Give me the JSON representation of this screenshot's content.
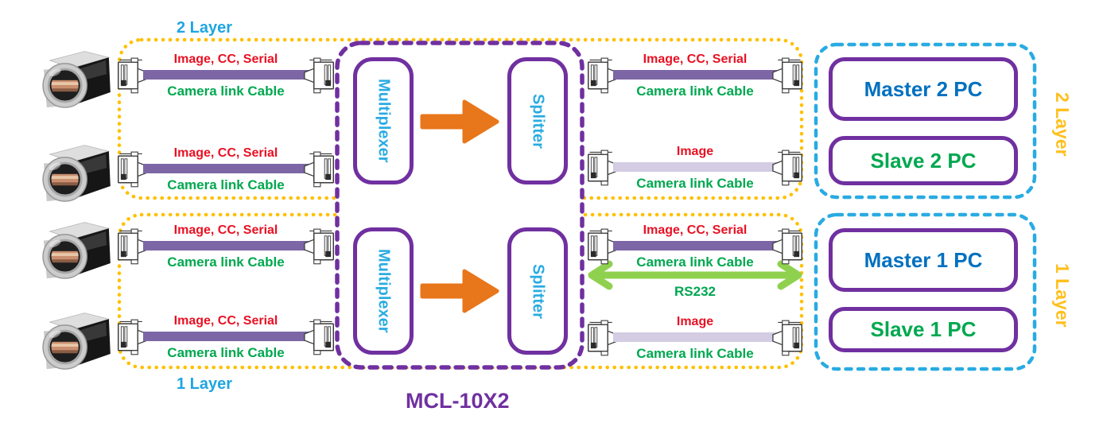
{
  "diagram": {
    "model_label": "MCL-10X2"
  },
  "colors": {
    "layer_group_border": "#FFC000",
    "unit_border": "#7030A0",
    "pc_group_border": "#29ABE2",
    "signal_text": "#E81123",
    "cable_text": "#00A84F",
    "master_text": "#0070C0",
    "slave_text": "#00A84F",
    "layer_label_text": "#1FA5E2",
    "side_layer_label_text": "#FFC01E",
    "device_label_text": "#29ABE2",
    "model_text": "#7030A0",
    "flow_arrow": "#E8761B",
    "rs232_arrow": "#8FD14F",
    "cable_full": "#7D66A6",
    "cable_image_only": "#D3CCE3"
  },
  "layers": [
    {
      "label": "2 Layer",
      "side_label": "2 Layer",
      "devices": {
        "multiplexer": "Multiplexer",
        "splitter": "Splitter"
      },
      "camera_cables": [
        {
          "signal": "Image, CC, Serial",
          "cable": "Camera link Cable"
        },
        {
          "signal": "Image, CC, Serial",
          "cable": "Camera link Cable"
        }
      ],
      "pc_cables": [
        {
          "signal": "Image, CC, Serial",
          "cable": "Camera link Cable"
        },
        {
          "signal": "Image",
          "cable": "Camera link Cable"
        }
      ],
      "pcs": [
        {
          "label": "Master 2 PC"
        },
        {
          "label": "Slave 2 PC"
        }
      ]
    },
    {
      "label": "1 Layer",
      "side_label": "1 Layer",
      "devices": {
        "multiplexer": "Multiplexer",
        "splitter": "Splitter"
      },
      "camera_cables": [
        {
          "signal": "Image, CC, Serial",
          "cable": "Camera link Cable"
        },
        {
          "signal": "Image, CC, Serial",
          "cable": "Camera link Cable"
        }
      ],
      "pc_cables": [
        {
          "signal": "Image, CC, Serial",
          "cable": "Camera link Cable"
        },
        {
          "signal": "Image",
          "cable": "Camera link Cable"
        }
      ],
      "rs232": "RS232",
      "pcs": [
        {
          "label": "Master 1 PC"
        },
        {
          "label": "Slave 1 PC"
        }
      ]
    }
  ]
}
